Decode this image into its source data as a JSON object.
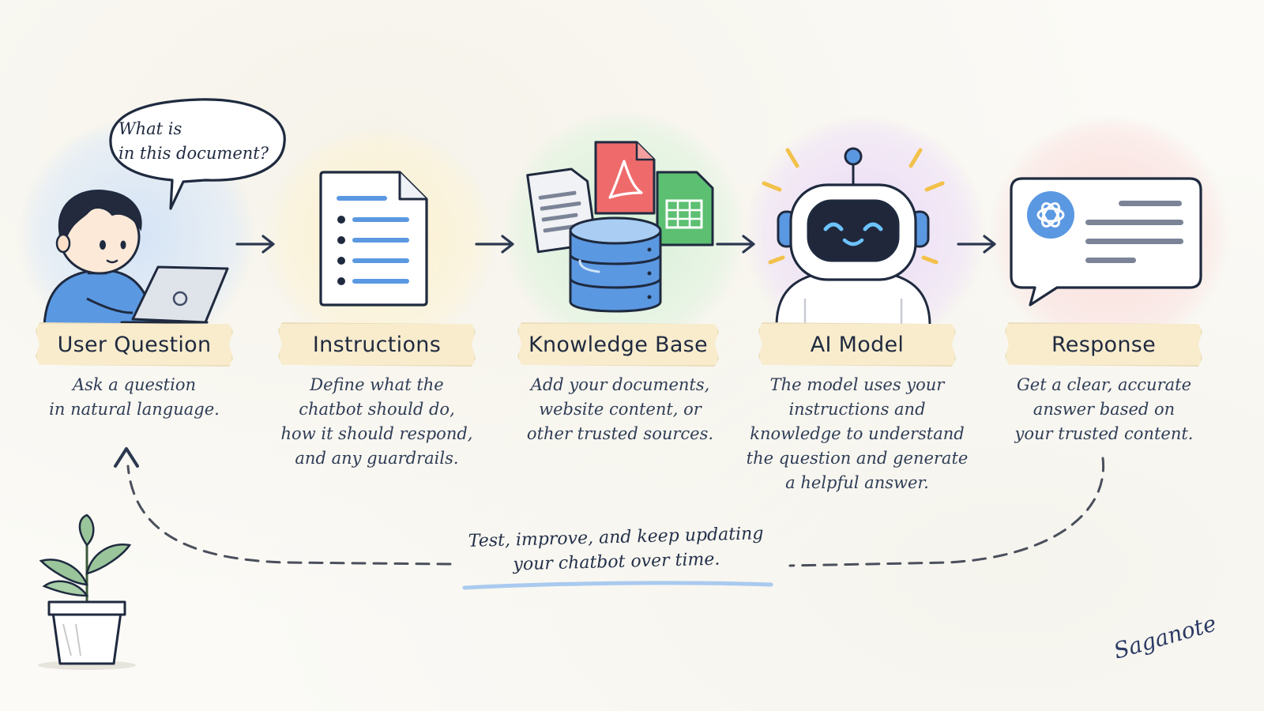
{
  "speech_bubble": "What is\nin this document?",
  "steps": [
    {
      "title": "User Question",
      "description": "Ask a question\nin natural language."
    },
    {
      "title": "Instructions",
      "description": "Define what the\nchatbot should do,\nhow it should respond,\nand any guardrails."
    },
    {
      "title": "Knowledge Base",
      "description": "Add your documents,\nwebsite content, or\nother trusted sources."
    },
    {
      "title": "AI Model",
      "description": "The model uses your\ninstructions and\nknowledge to understand\nthe question and generate\na helpful answer."
    },
    {
      "title": "Response",
      "description": "Get a clear, accurate\nanswer based on\nyour trusted content."
    }
  ],
  "feedback_loop": "Test, improve, and keep updating\nyour chatbot over time.",
  "signature": "Saganote",
  "icons": {
    "step_1": "user-at-laptop-icon",
    "step_2": "instructions-document-icon",
    "step_3": "database-with-files-icon",
    "step_4": "robot-icon",
    "step_5": "chat-response-icon",
    "decoration": "potted-plant-icon"
  },
  "colors": {
    "user_question_halo": "#d2e2f6",
    "instructions_halo": "#fcf0cc",
    "knowledge_base_halo": "#d4f0d6",
    "ai_model_halo": "#e8d8f6",
    "response_halo": "#fadad8",
    "label_ribbon": "#f8eccd",
    "ink": "#1f2a3f",
    "accent_blue": "#4d8fe0",
    "pdf_red": "#ef6b6b",
    "sheet_green": "#5cbf72"
  }
}
